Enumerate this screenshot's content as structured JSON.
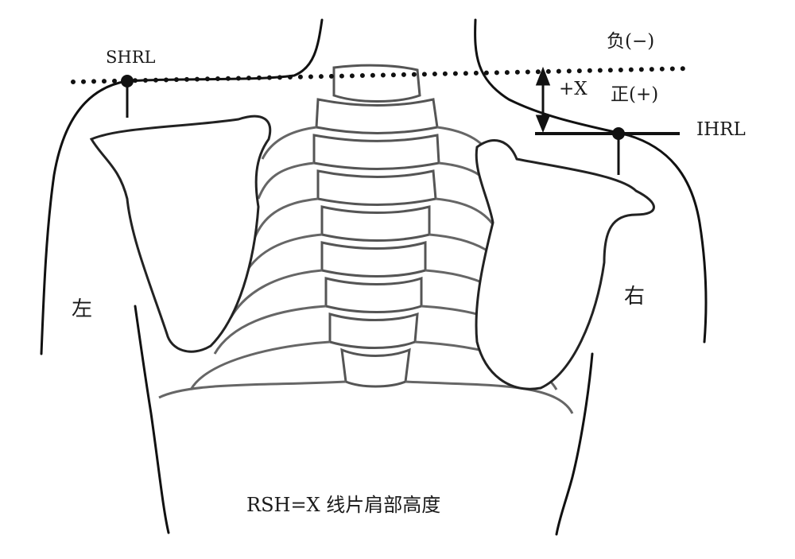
{
  "labels": {
    "shrl": "SHRL",
    "ihrl": "IHRL",
    "negative": "负(−)",
    "plus_x": "+X",
    "positive": "正(+)",
    "left": "左",
    "right": "右"
  },
  "caption": "RSH=X 线片肩部高度",
  "colors": {
    "line": "#111111",
    "bone": "#555555"
  }
}
